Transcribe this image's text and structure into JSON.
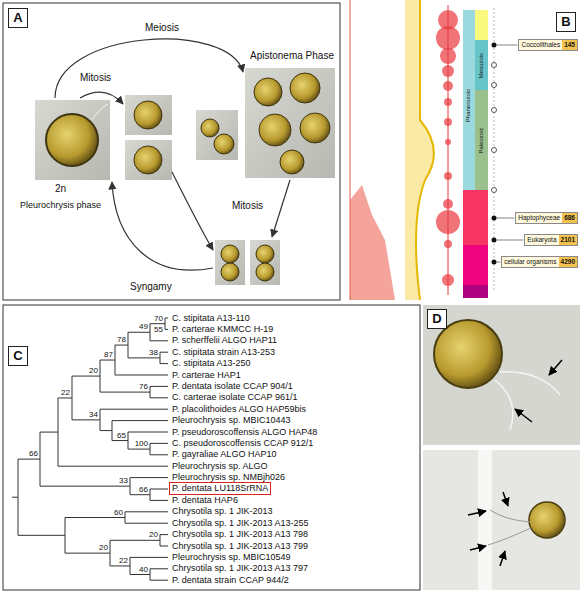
{
  "diagram": {
    "nodes": [
      {
        "text": [
          "A"
        ]
      },
      {
        "text": [
          "B"
        ]
      },
      {
        "text": [
          "C"
        ]
      },
      {
        "text": [
          "D"
        ]
      },
      {
        "text": [
          "Coccolithales",
          "145"
        ]
      },
      {
        "text": [
          "Haptophyceae",
          "686"
        ]
      },
      {
        "text": [
          "Eukaryota",
          "2101"
        ]
      },
      {
        "text": [
          "cellular organisms",
          "4290"
        ]
      },
      {
        "text": [
          "P. dentata LU118SrRNA"
        ]
      }
    ],
    "labels": [
      "Meiosis",
      "Mitosis",
      "2n",
      "Pleurochrysis phase",
      "Apistonema Phase",
      "Mitosis",
      "Syngamy",
      "Mesozoic",
      "Phanerozoic",
      "Paleozoic",
      "C. stipitata A13-110",
      "P. carterae KMMCC H-19",
      "P. scherffelii ALGO HAP11",
      "C. stipitata strain A13-253",
      "C. stipitata A13-250",
      "P. carterae HAP1",
      "P. dentata isolate CCAP 904/1",
      "C. carterae isolate CCAP 961/1",
      "P. placolithoides ALGO HAP59bis",
      "Pleurochrysis sp. MBIC10443",
      "P. pseudoroscoffensis ALGO HAP48",
      "C. pseudoroscoffensis CCAP 912/1",
      "P. gayraliae ALGO HAP10",
      "Pleurochrysis sp. ALGO",
      "Pleurochrysis sp. NMBjh026",
      "P. dentata HAP6",
      "Chrysotila sp. 1 JIK-2013",
      "Chrysotila sp. 1 JIK-2013 A13-255",
      "Chrysotila sp. 1 JIK-2013 A13 798",
      "Chrysotila sp. 1 JIK-2013 A13 799",
      "Pleurochrysis sp. MBIC10549",
      "Chrysotila sp. 1 JIK-2013 A13 797",
      "P. dentata strain CCAP 944/2",
      "70",
      "55",
      "49",
      "78",
      "38",
      "87",
      "76",
      "20",
      "34",
      "65",
      "100",
      "22",
      "66",
      "33",
      "66",
      "60",
      "20",
      "20",
      "22",
      "40"
    ]
  }
}
